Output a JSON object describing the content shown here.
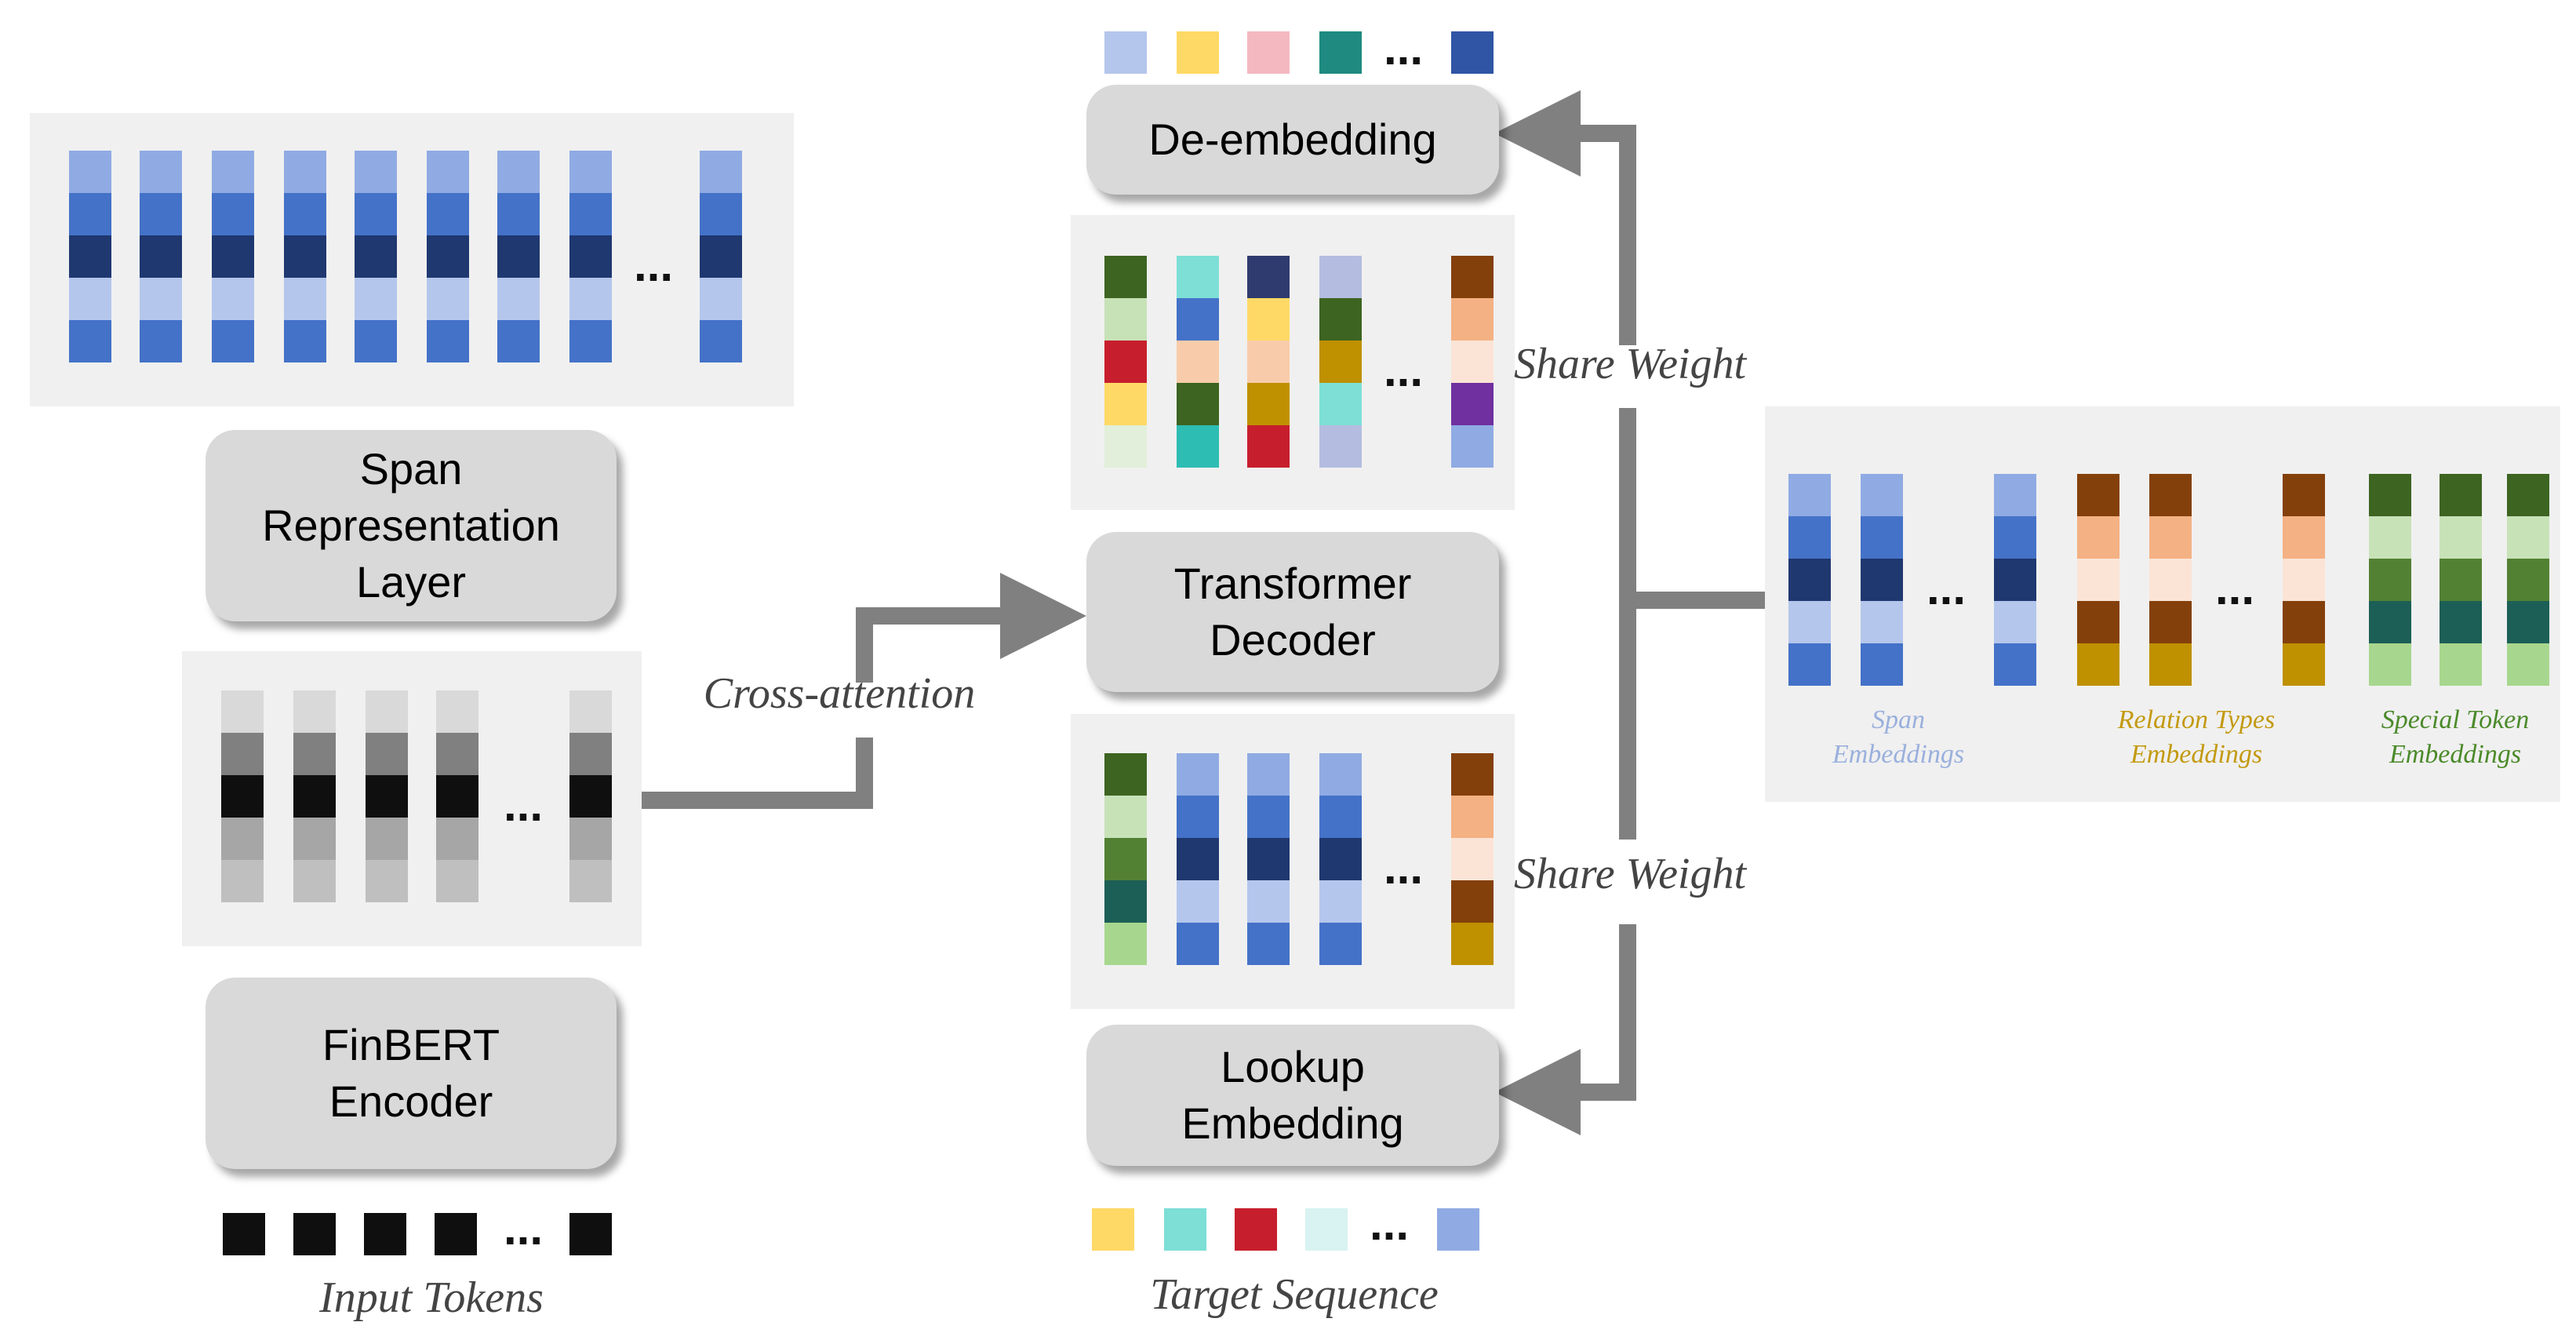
{
  "boxes": {
    "span_layer": "Span\nRepresentation\nLayer",
    "finbert": "FinBERT\nEncoder",
    "decoder": "Transformer\nDecoder",
    "deembed": "De-embedding",
    "lookup": "Lookup\nEmbedding"
  },
  "labels": {
    "input_tokens": "Input Tokens",
    "target_sequence": "Target Sequence",
    "cross_attention": "Cross-attention",
    "share_weight_top": "Share Weight",
    "share_weight_bottom": "Share Weight",
    "span_emb": "Span\nEmbeddings",
    "rel_emb": "Relation Types\nEmbeddings",
    "special_emb": "Special Token\nEmbeddings"
  },
  "ellipsis": "...",
  "colors": {
    "panel": "#f0f0f0",
    "box": "#d9d9d9",
    "arrow": "#808080",
    "span_label": "#9ab0dd",
    "rel_label": "#c39a10",
    "special_label": "#4b8a2a"
  },
  "palettes": {
    "span_stack": [
      "#90abe3",
      "#4472c8",
      "#1f3870",
      "#b4c6ec",
      "#4472c8"
    ],
    "gray_stack": [
      "#d9d9d9",
      "#808080",
      "#0f0f0f",
      "#a6a6a6",
      "#bfbfbf"
    ],
    "rel_stack": [
      "#84400b",
      "#f4b183",
      "#fbe4d6",
      "#84400b",
      "#bf9000"
    ],
    "special_stack": [
      "#3d6421",
      "#c8e2b8",
      "#538134",
      "#1c5f56",
      "#a7d78e"
    ],
    "mid_top_cols": [
      [
        "#3d6421",
        "#c8e2b8",
        "#c71e2d",
        "#ffd966",
        "#e2efda"
      ],
      [
        "#7ddfd6",
        "#4472c8",
        "#f8ccaa",
        "#3d6421",
        "#2ebdb3"
      ],
      [
        "#2f3b6e",
        "#ffd966",
        "#f8ccaa",
        "#bf9000",
        "#c71e2d"
      ],
      [
        "#b4bde0",
        "#3d6421",
        "#bf9000",
        "#7ddfd6",
        "#b4bde0"
      ],
      [
        "#84400b",
        "#f4b183",
        "#fbe4d6",
        "#7030a0",
        "#90abe3"
      ]
    ],
    "mid_bottom_cols": [
      [
        "#3d6421",
        "#c8e2b8",
        "#538134",
        "#1c5f56",
        "#a7d78e"
      ],
      [
        "#90abe3",
        "#4472c8",
        "#1f3870",
        "#b4c6ec",
        "#4472c8"
      ],
      [
        "#90abe3",
        "#4472c8",
        "#1f3870",
        "#b4c6ec",
        "#4472c8"
      ],
      [
        "#90abe3",
        "#4472c8",
        "#1f3870",
        "#b4c6ec",
        "#4472c8"
      ],
      [
        "#84400b",
        "#f4b183",
        "#fbe4d6",
        "#84400b",
        "#bf9000"
      ]
    ],
    "output_tokens": [
      "#b4c6ec",
      "#ffd966",
      "#f4b8c1",
      "#1f8a80",
      "#2f55a4"
    ],
    "target_tokens": [
      "#ffd966",
      "#7ddfd6",
      "#c71e2d",
      "#d8f3f1",
      "#90abe3"
    ],
    "input_token": "#0f0f0f"
  }
}
